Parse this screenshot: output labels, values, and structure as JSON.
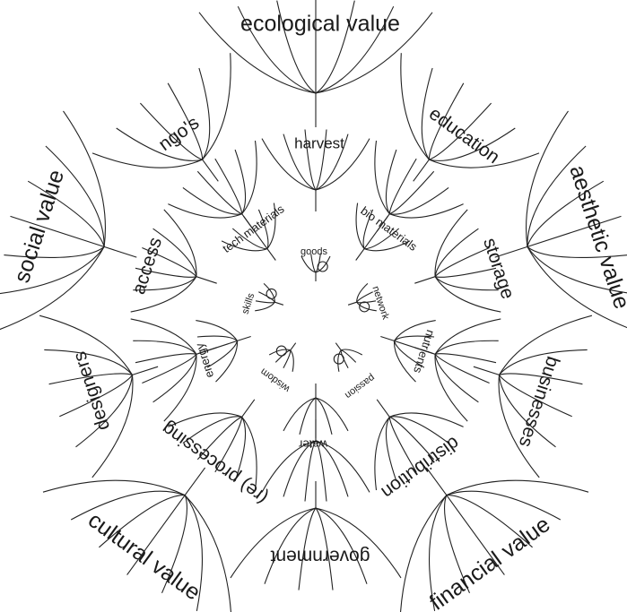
{
  "outer_ring": [
    "ecological value",
    "aesthetic value",
    "financial value",
    "cultural value",
    "social value"
  ],
  "middle_ring": [
    "education",
    "storage",
    "businesses",
    "distribution",
    "government",
    "(re) processing",
    "designers",
    "access",
    "ngo's",
    "harvest"
  ],
  "inner_ring": [
    "bio materials",
    "nutrients",
    "water",
    "energy",
    "tech materials"
  ],
  "core_ring": [
    "goods",
    "network",
    "passion",
    "wisdom",
    "skills"
  ],
  "colors": {
    "ink": "#1a1a1a",
    "background": "#ffffff"
  }
}
